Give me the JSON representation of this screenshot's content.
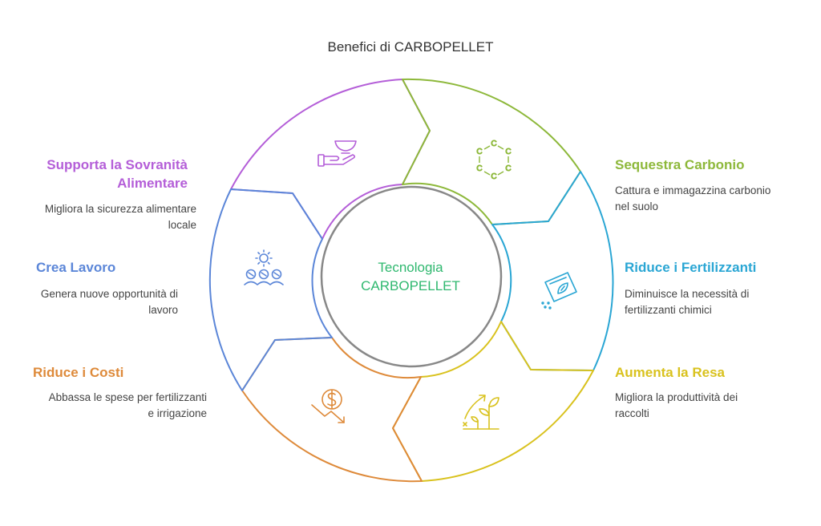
{
  "title": "Benefici di CARBOPELLET",
  "center": {
    "line1": "Tecnologia",
    "line2": "CARBOPELLET",
    "color": "#2fb86f"
  },
  "items": [
    {
      "key": "sovranita",
      "title_line1": "Supporta la Sovranità",
      "title_line2": "Alimentare",
      "desc_line1": "Migliora la sicurezza alimentare",
      "desc_line2": "locale",
      "color": "#b45ed8",
      "icon": "hand-bowl-icon"
    },
    {
      "key": "carbonio",
      "title_line1": "Sequestra Carbonio",
      "desc_line1": "Cattura e immagazzina carbonio",
      "desc_line2": "nel suolo",
      "color": "#8db83a",
      "icon": "carbon-ring-icon"
    },
    {
      "key": "fertilizzanti",
      "title_line1": "Riduce i Fertilizzanti",
      "desc_line1": "Diminuisce la necessità di",
      "desc_line2": "fertilizzanti chimici",
      "color": "#2aa6d4",
      "icon": "fertilizer-bag-icon"
    },
    {
      "key": "resa",
      "title_line1": "Aumenta la Resa",
      "desc_line1": "Migliora la produttività dei",
      "desc_line2": "raccolti",
      "color": "#d9c21e",
      "icon": "growing-plant-icon"
    },
    {
      "key": "costi",
      "title_line1": "Riduce i Costi",
      "desc_line1": "Abbassa le spese per fertilizzanti",
      "desc_line2": "e irrigazione",
      "color": "#de8a3a",
      "icon": "money-down-icon"
    },
    {
      "key": "lavoro",
      "title_line1": "Crea Lavoro",
      "desc_line1": "Genera nuove opportunità di",
      "desc_line2": "lavoro",
      "color": "#5b86d8",
      "icon": "people-gear-icon"
    }
  ],
  "ring_color": "#888888"
}
